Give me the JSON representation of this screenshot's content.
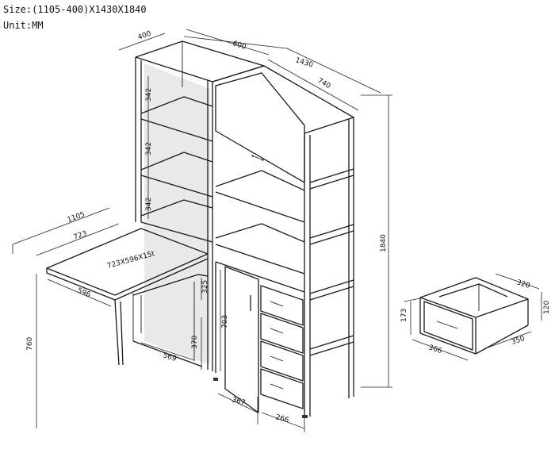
{
  "header": {
    "size_line": "Size:(1105-400)X1430X1840",
    "unit_line": "Unit:MM"
  },
  "dimensions": {
    "top_depth": "400",
    "top_width_left": "600",
    "total_width": "1430",
    "top_width_right": "740",
    "height_total": "1840",
    "shelf_1": "342",
    "shelf_2": "342",
    "shelf_3": "342",
    "desk_length": "1105",
    "desk_inner": "723",
    "desk_top_label": "723X596X15t",
    "desk_depth": "596",
    "desk_height": "760",
    "gap_325": "325",
    "gap_370": "370",
    "bottom_569": "569",
    "door_height": "703",
    "door_width": "367",
    "drawer_width": "266",
    "drawer_h": "173",
    "drawer_depth": "320",
    "drawer_side": "120",
    "drawer_w366": "366",
    "drawer_w350": "350"
  }
}
